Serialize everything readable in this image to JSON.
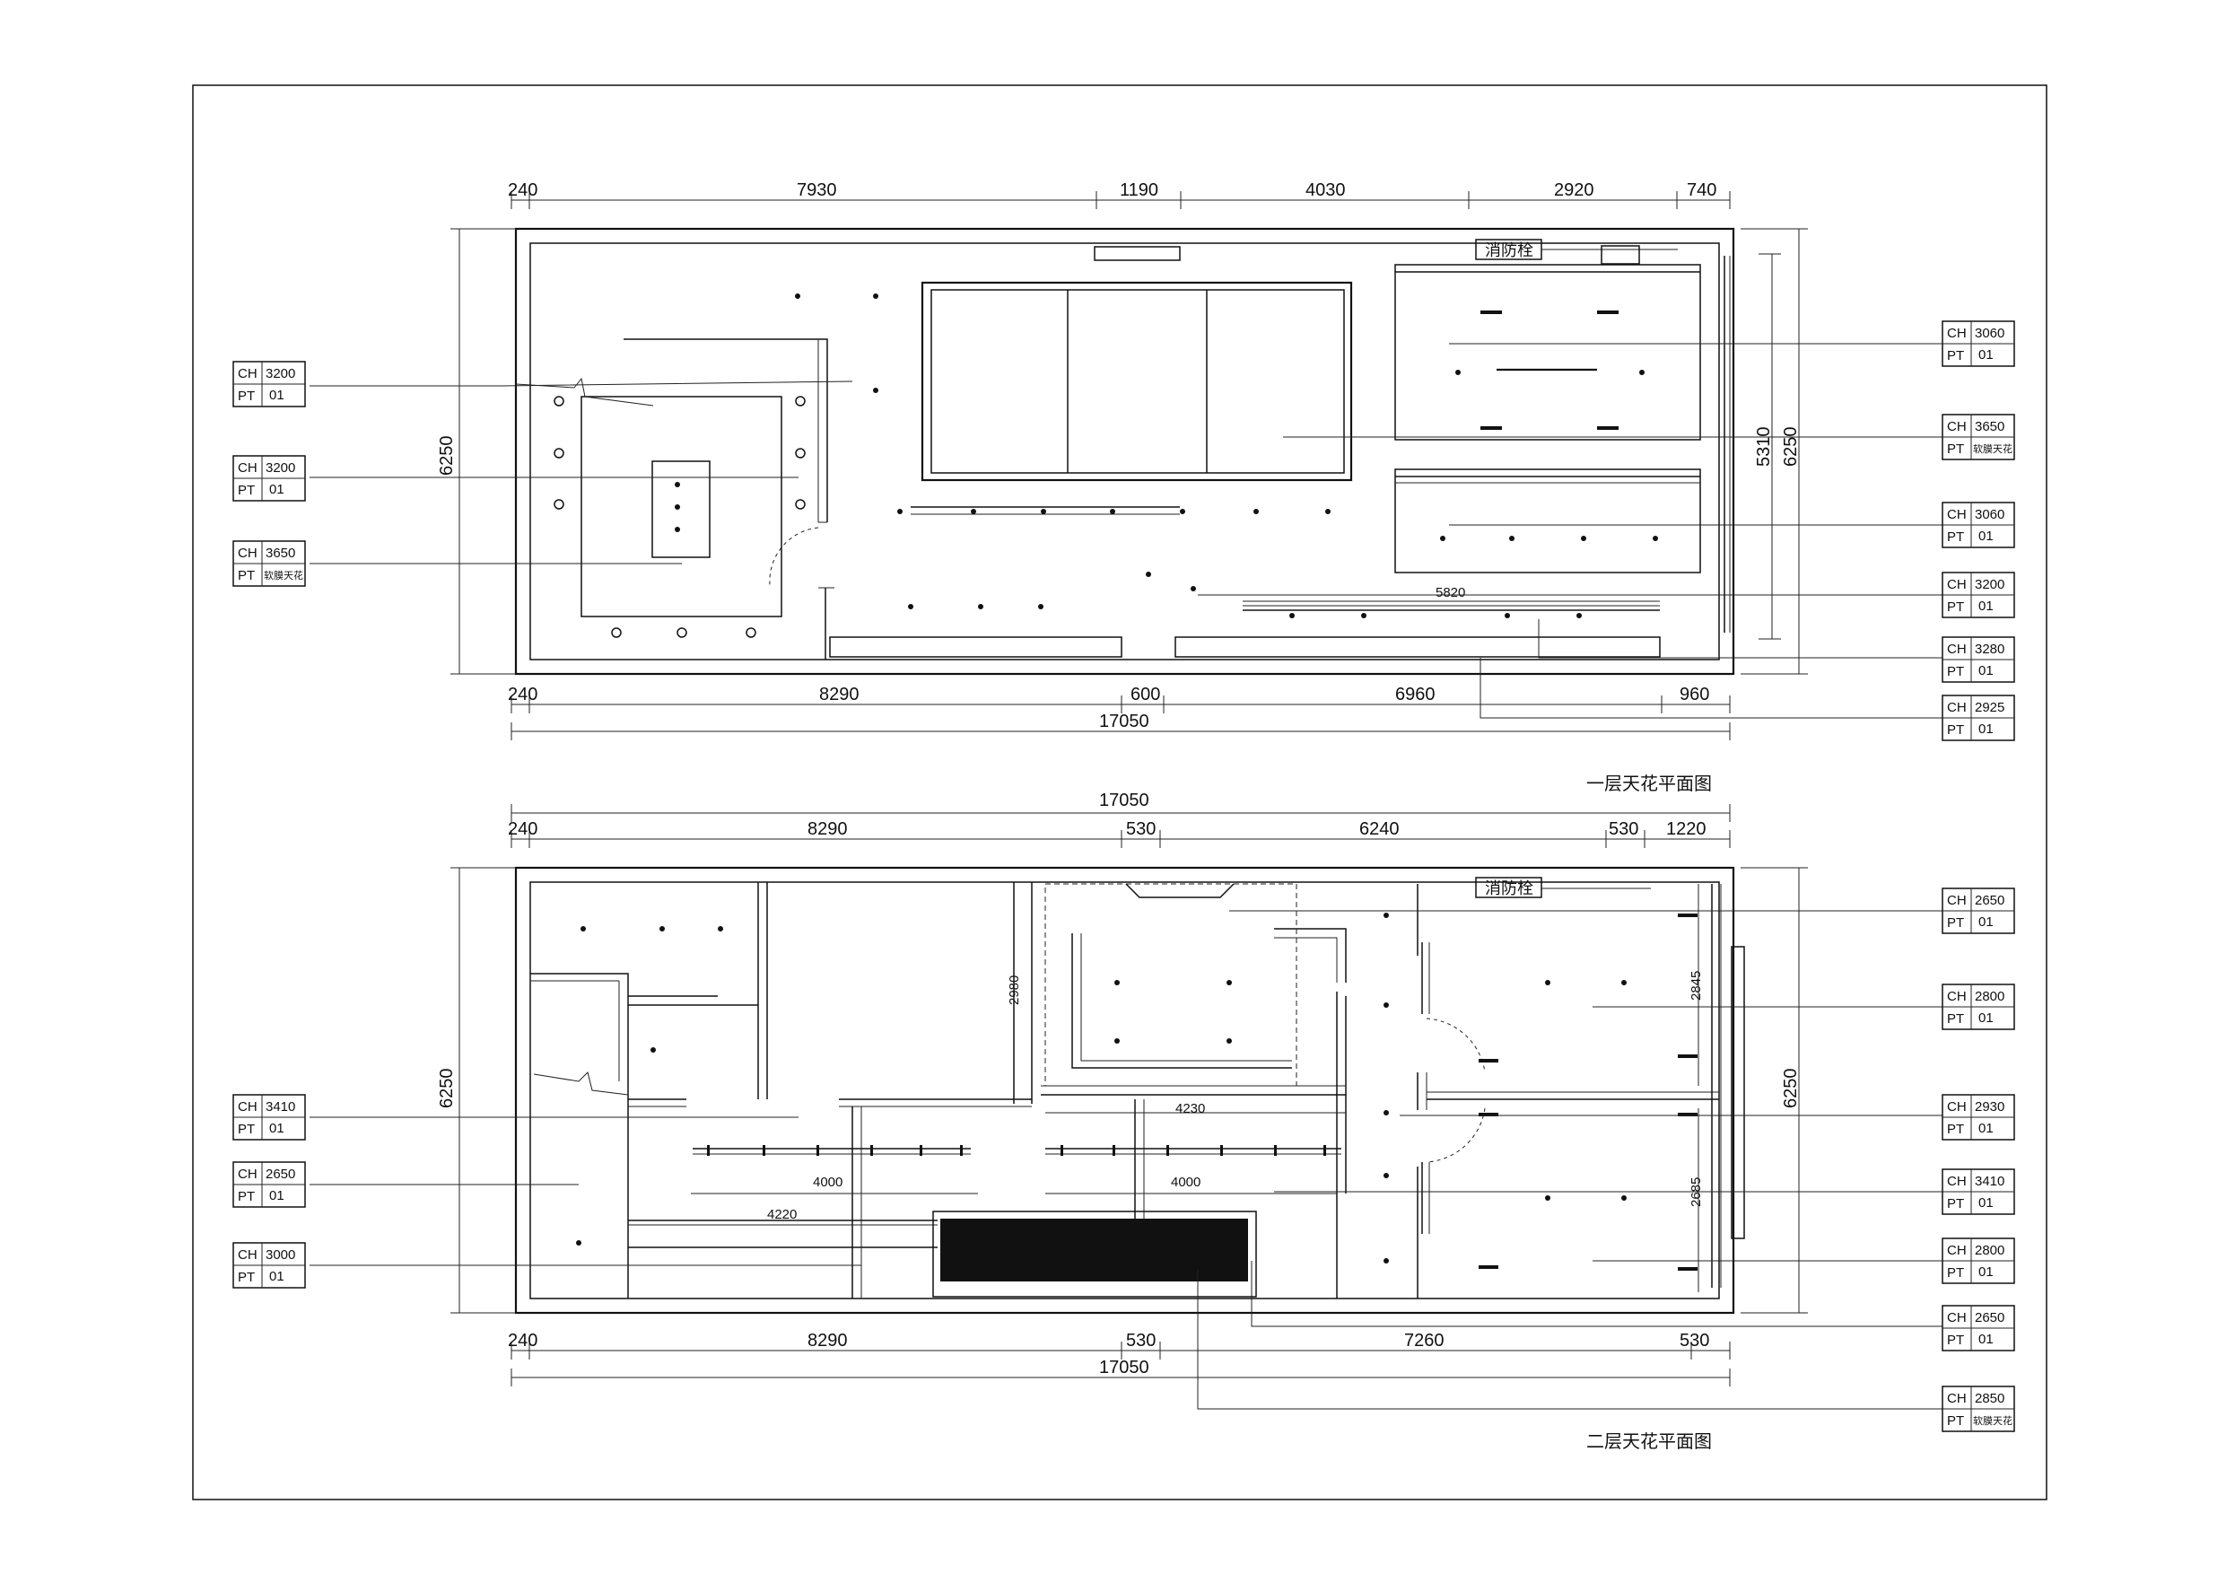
{
  "plan1": {
    "title": "一层天花平面图",
    "top_dims": [
      "240",
      "7930",
      "1190",
      "4030",
      "2920",
      "740"
    ],
    "bottom_dims": [
      "240",
      "8290",
      "600",
      "6960",
      "960"
    ],
    "total": "17050",
    "height_left": "6250",
    "height_right_inner": "5310",
    "height_right": "6250",
    "inner_dim": "5820",
    "hydrant": "消防栓",
    "tags_left": [
      {
        "ch": "3200",
        "pt": "01"
      },
      {
        "ch": "3200",
        "pt": "01"
      },
      {
        "ch": "3650",
        "pt": "软膜天花"
      }
    ],
    "tags_right": [
      {
        "ch": "3060",
        "pt": "01"
      },
      {
        "ch": "3650",
        "pt": "软膜天花"
      },
      {
        "ch": "3060",
        "pt": "01"
      },
      {
        "ch": "3200",
        "pt": "01"
      },
      {
        "ch": "3280",
        "pt": "01"
      },
      {
        "ch": "2925",
        "pt": "01"
      }
    ]
  },
  "plan2": {
    "title": "二层天花平面图",
    "top_total": "17050",
    "top_dims": [
      "240",
      "8290",
      "530",
      "6240",
      "530",
      "1220"
    ],
    "bottom_dims": [
      "240",
      "8290",
      "530",
      "7260",
      "530"
    ],
    "total": "17050",
    "height_left": "6250",
    "height_right": "6250",
    "inner_dims": [
      "2980",
      "4230",
      "4000",
      "4000",
      "4220",
      "2845",
      "2685"
    ],
    "hydrant": "消防栓",
    "tags_left": [
      {
        "ch": "3410",
        "pt": "01"
      },
      {
        "ch": "2650",
        "pt": "01"
      },
      {
        "ch": "3000",
        "pt": "01"
      }
    ],
    "tags_right": [
      {
        "ch": "2650",
        "pt": "01"
      },
      {
        "ch": "2800",
        "pt": "01"
      },
      {
        "ch": "2930",
        "pt": "01"
      },
      {
        "ch": "3410",
        "pt": "01"
      },
      {
        "ch": "2800",
        "pt": "01"
      },
      {
        "ch": "2650",
        "pt": "01"
      },
      {
        "ch": "2850",
        "pt": "软膜天花"
      }
    ]
  },
  "tag_labels": {
    "ch": "CH",
    "pt": "PT"
  }
}
